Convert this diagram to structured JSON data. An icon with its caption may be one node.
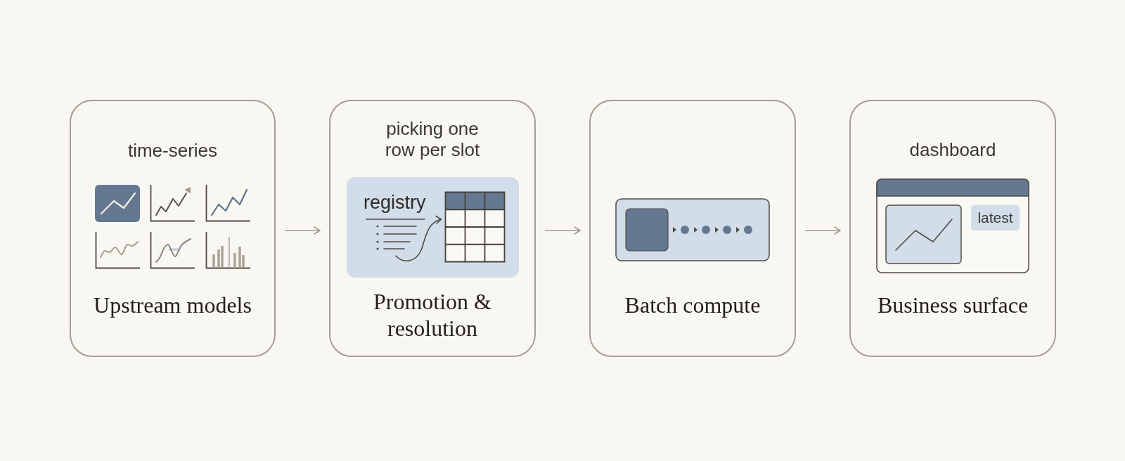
{
  "diagram": {
    "nodes": [
      {
        "text": [
          "time-series",
          "Upstream models"
        ]
      },
      {
        "text": [
          "picking one row per slot",
          "Promotion & resolution"
        ]
      },
      {
        "text": [
          "registry"
        ],
        "in": 1
      },
      {
        "text": [
          "Batch compute"
        ]
      },
      {
        "text": [
          "dashboard",
          "Business surface"
        ]
      },
      {
        "text": [
          "latest"
        ],
        "in": 4
      }
    ],
    "edges": [
      {
        "from": 0,
        "to": 1,
        "arrow": "to"
      },
      {
        "from": 1,
        "to": 3,
        "arrow": "to"
      },
      {
        "from": 3,
        "to": 4,
        "arrow": "to"
      }
    ]
  }
}
